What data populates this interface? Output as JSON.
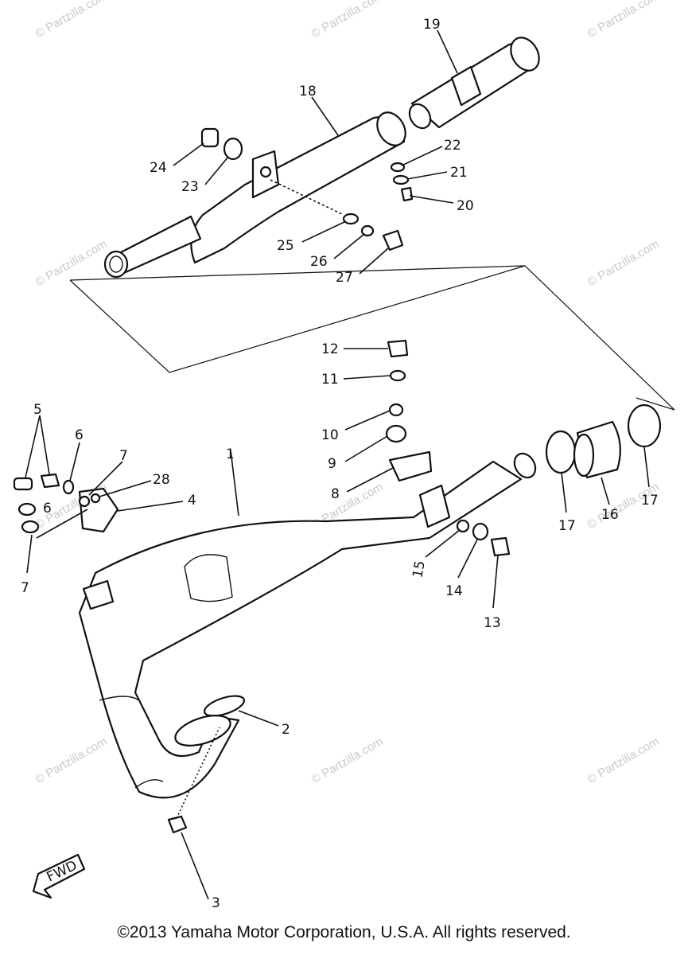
{
  "watermark_text": "© Partzilla.com",
  "fwd_label": "FWD",
  "copyright": "©2013 Yamaha Motor Corporation, U.S.A. All rights reserved.",
  "callouts": {
    "c1": "1",
    "c2": "2",
    "c3": "3",
    "c4": "4",
    "c5": "5",
    "c6a": "6",
    "c6b": "6",
    "c7a": "7",
    "c7b": "7",
    "c8": "8",
    "c9": "9",
    "c10": "10",
    "c11": "11",
    "c12": "12",
    "c13": "13",
    "c14": "14",
    "c15": "15",
    "c16": "16",
    "c17a": "17",
    "c17b": "17",
    "c18": "18",
    "c19": "19",
    "c20": "20",
    "c21": "21",
    "c22": "22",
    "c23": "23",
    "c24": "24",
    "c25": "25",
    "c26": "26",
    "c27": "27",
    "c28": "28"
  }
}
